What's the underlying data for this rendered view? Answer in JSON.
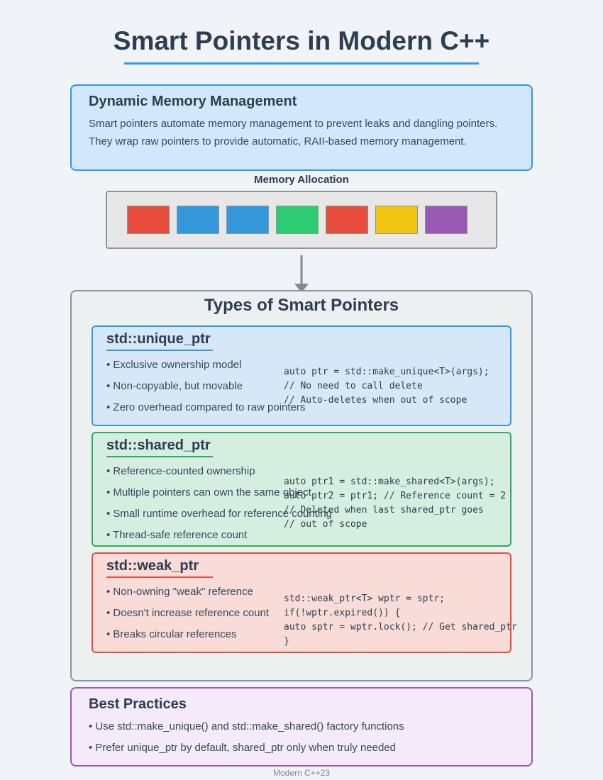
{
  "title": "Smart Pointers in Modern C++",
  "intro": {
    "heading": "Dynamic Memory Management",
    "lines": [
      "Smart pointers automate memory management to prevent leaks and dangling pointers.",
      "They wrap raw pointers to provide automatic, RAII-based memory management."
    ]
  },
  "memory": {
    "label": "Memory Allocation",
    "blocks": [
      {
        "color": "#e74c3c"
      },
      {
        "color": "#3498db"
      },
      {
        "color": "#3498db"
      },
      {
        "color": "#2ecc71"
      },
      {
        "color": "#e74c3c"
      },
      {
        "color": "#f1c40f"
      },
      {
        "color": "#9b59b6"
      }
    ]
  },
  "types": {
    "title": "Types of Smart Pointers",
    "cards": [
      {
        "heading": "std::unique_ptr",
        "accent": "#3498db",
        "background": "#d6e8f7",
        "bullets": [
          "• Exclusive ownership model",
          "• Non-copyable, but movable",
          "• Zero overhead compared to raw pointers"
        ],
        "code": [
          "auto ptr = std::make_unique<T>(args);",
          "// No need to call delete",
          "// Auto-deletes when out of scope"
        ]
      },
      {
        "heading": "std::shared_ptr",
        "accent": "#27ae60",
        "background": "#d5eedf",
        "bullets": [
          "• Reference-counted ownership",
          "• Multiple pointers can own the same object",
          "• Small runtime overhead for reference counting",
          "• Thread-safe reference count"
        ],
        "code": [
          "auto ptr1 = std::make_shared<T>(args);",
          "auto ptr2 = ptr1; // Reference count = 2",
          "// Deleted when last shared_ptr goes",
          "// out of scope"
        ]
      },
      {
        "heading": "std::weak_ptr",
        "accent": "#e74c3c",
        "background": "#f9dbd8",
        "bullets": [
          "• Non-owning \"weak\" reference",
          "• Doesn't increase reference count",
          "• Breaks circular references"
        ],
        "code": [
          "std::weak_ptr<T> wptr = sptr;",
          "if(!wptr.expired()) {",
          "auto sptr = wptr.lock(); // Get shared_ptr",
          "}"
        ]
      }
    ]
  },
  "best_practices": {
    "heading": "Best Practices",
    "items": [
      "• Use std::make_unique() and std::make_shared() factory functions",
      "• Prefer unique_ptr by default, shared_ptr only when truly needed"
    ]
  },
  "footer": "Modern C++23",
  "colors": {
    "arrow": "#7f8c8d",
    "intro_border": "#3498db",
    "best_border": "#9b59b6"
  }
}
